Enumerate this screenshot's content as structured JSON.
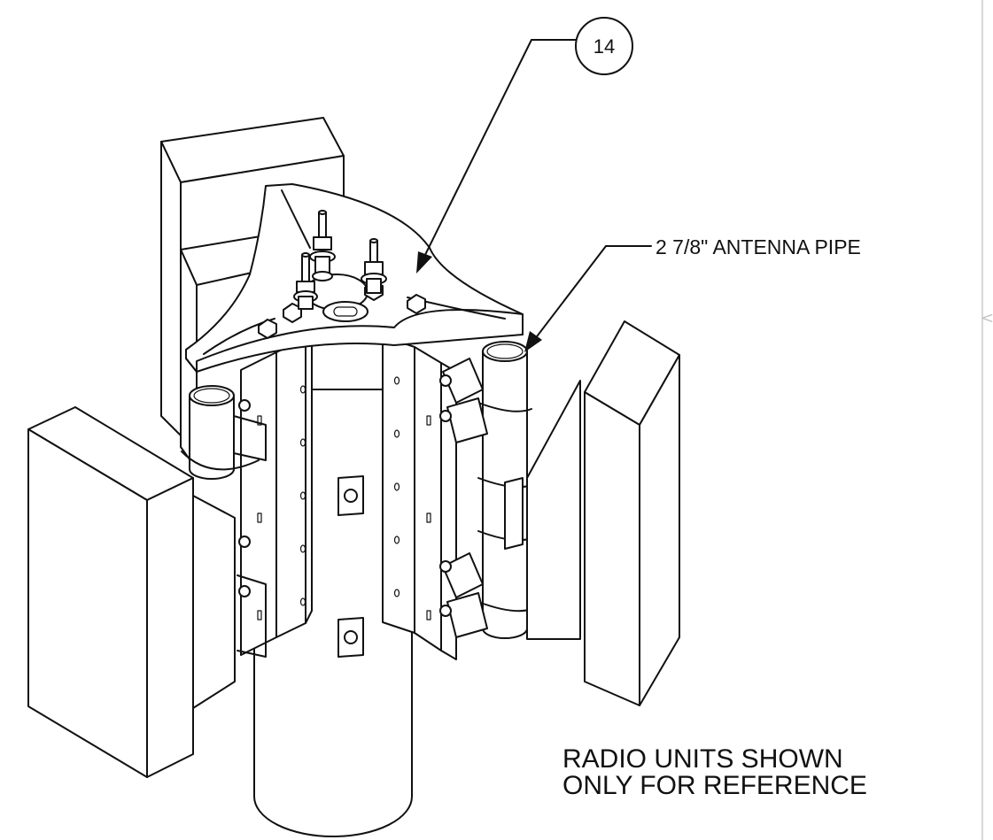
{
  "callout": {
    "number": "14"
  },
  "labels": {
    "pipe": "2 7/8\" ANTENNA PIPE",
    "note_line1": "RADIO UNITS SHOWN",
    "note_line2": "ONLY FOR REFERENCE"
  },
  "icons": {
    "collapse": "chevron-left-icon"
  },
  "colors": {
    "line": "#111111",
    "background": "#ffffff",
    "panel_border": "#d8d8d8"
  }
}
